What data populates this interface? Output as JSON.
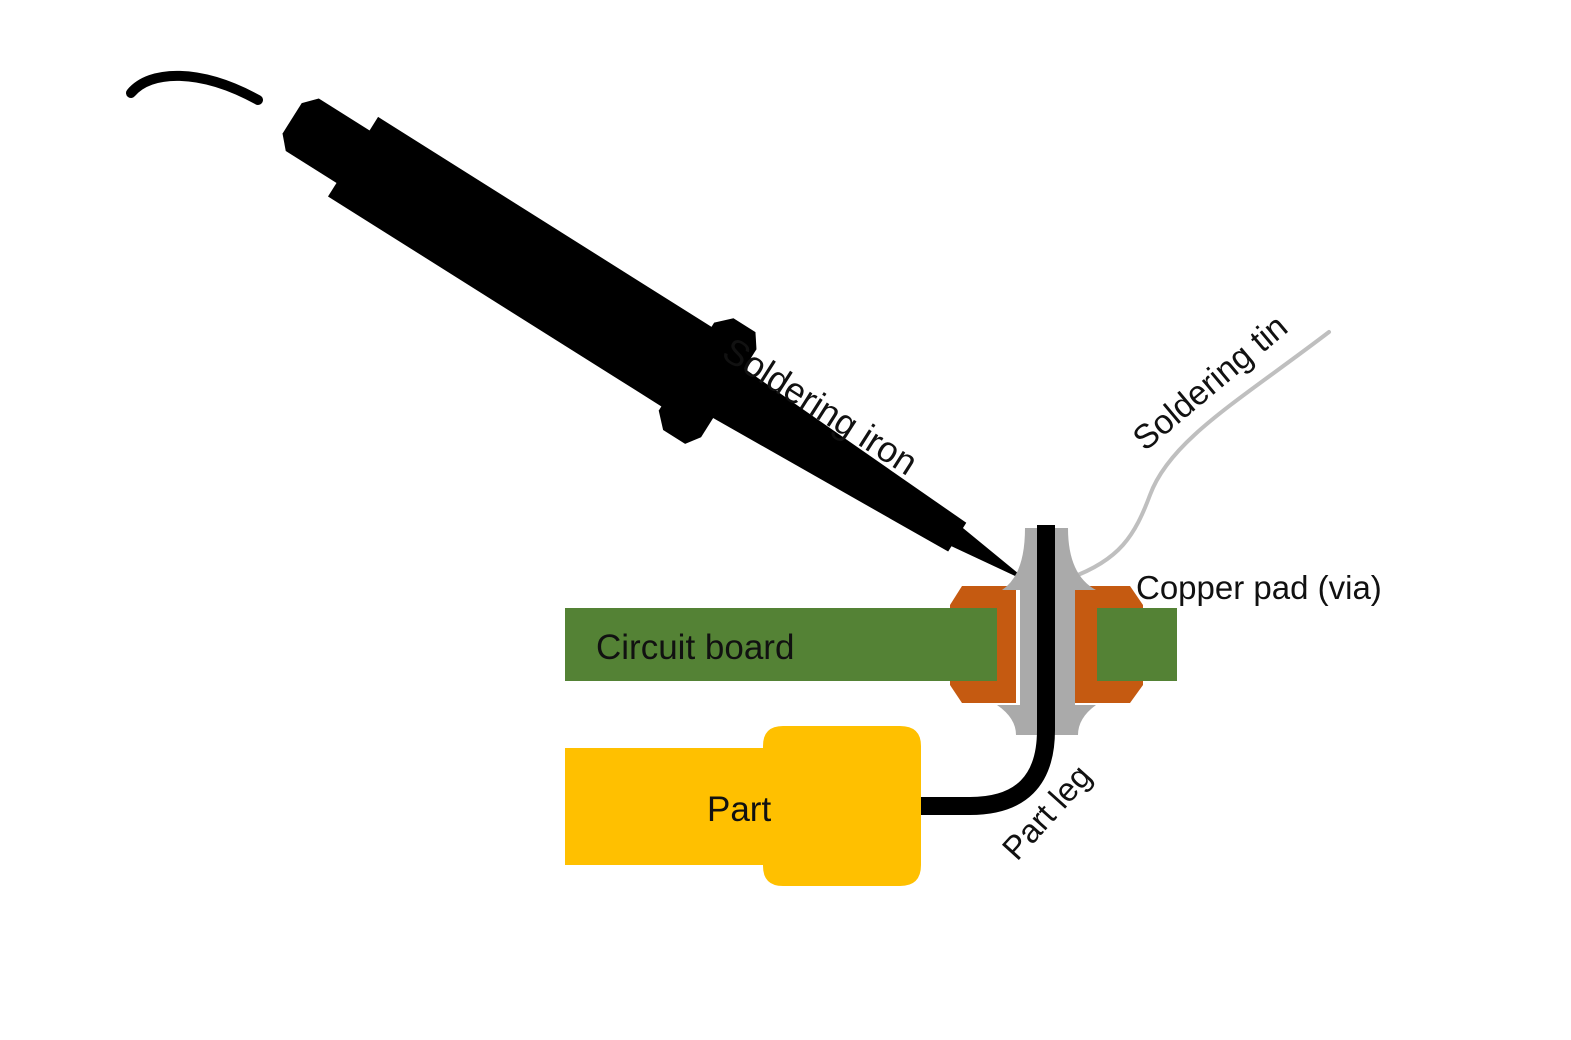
{
  "labels": {
    "soldering_iron": "Soldering iron",
    "soldering_tin": "Soldering tin",
    "copper_pad": "Copper pad (via)",
    "circuit_board": "Circuit board",
    "part": "Part",
    "part_leg": "Part leg"
  },
  "colors": {
    "iron": "#000000",
    "tin": "#bfbfbf",
    "solder": "#aaaaaa",
    "copper": "#c55a11",
    "board": "#548235",
    "part": "#ffc000",
    "leg": "#000000",
    "background": "#ffffff"
  }
}
